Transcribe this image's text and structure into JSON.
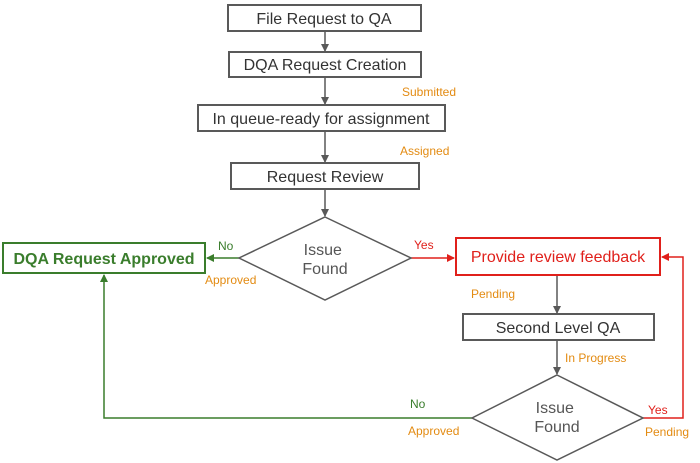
{
  "nodes": {
    "file_request": "File Request to QA",
    "dqa_creation": "DQA Request Creation",
    "in_queue": "In queue-ready for assignment",
    "request_review": "Request Review",
    "issue_found_1": [
      "Issue",
      "Found"
    ],
    "dqa_approved": "DQA Request Approved",
    "provide_feedback": "Provide review feedback",
    "second_level_qa": "Second Level QA",
    "issue_found_2": [
      "Issue",
      "Found"
    ]
  },
  "labels": {
    "submitted": "Submitted",
    "assigned": "Assigned",
    "no_1": "No",
    "approved_1": "Approved",
    "yes_1": "Yes",
    "pending_1": "Pending",
    "in_progress": "In Progress",
    "no_2": "No",
    "approved_2": "Approved",
    "yes_2": "Yes",
    "pending_2": "Pending"
  },
  "colors": {
    "default": "#595959",
    "approved": "#3a7d2c",
    "feedback": "#e0201b",
    "status": "#e38b12"
  }
}
